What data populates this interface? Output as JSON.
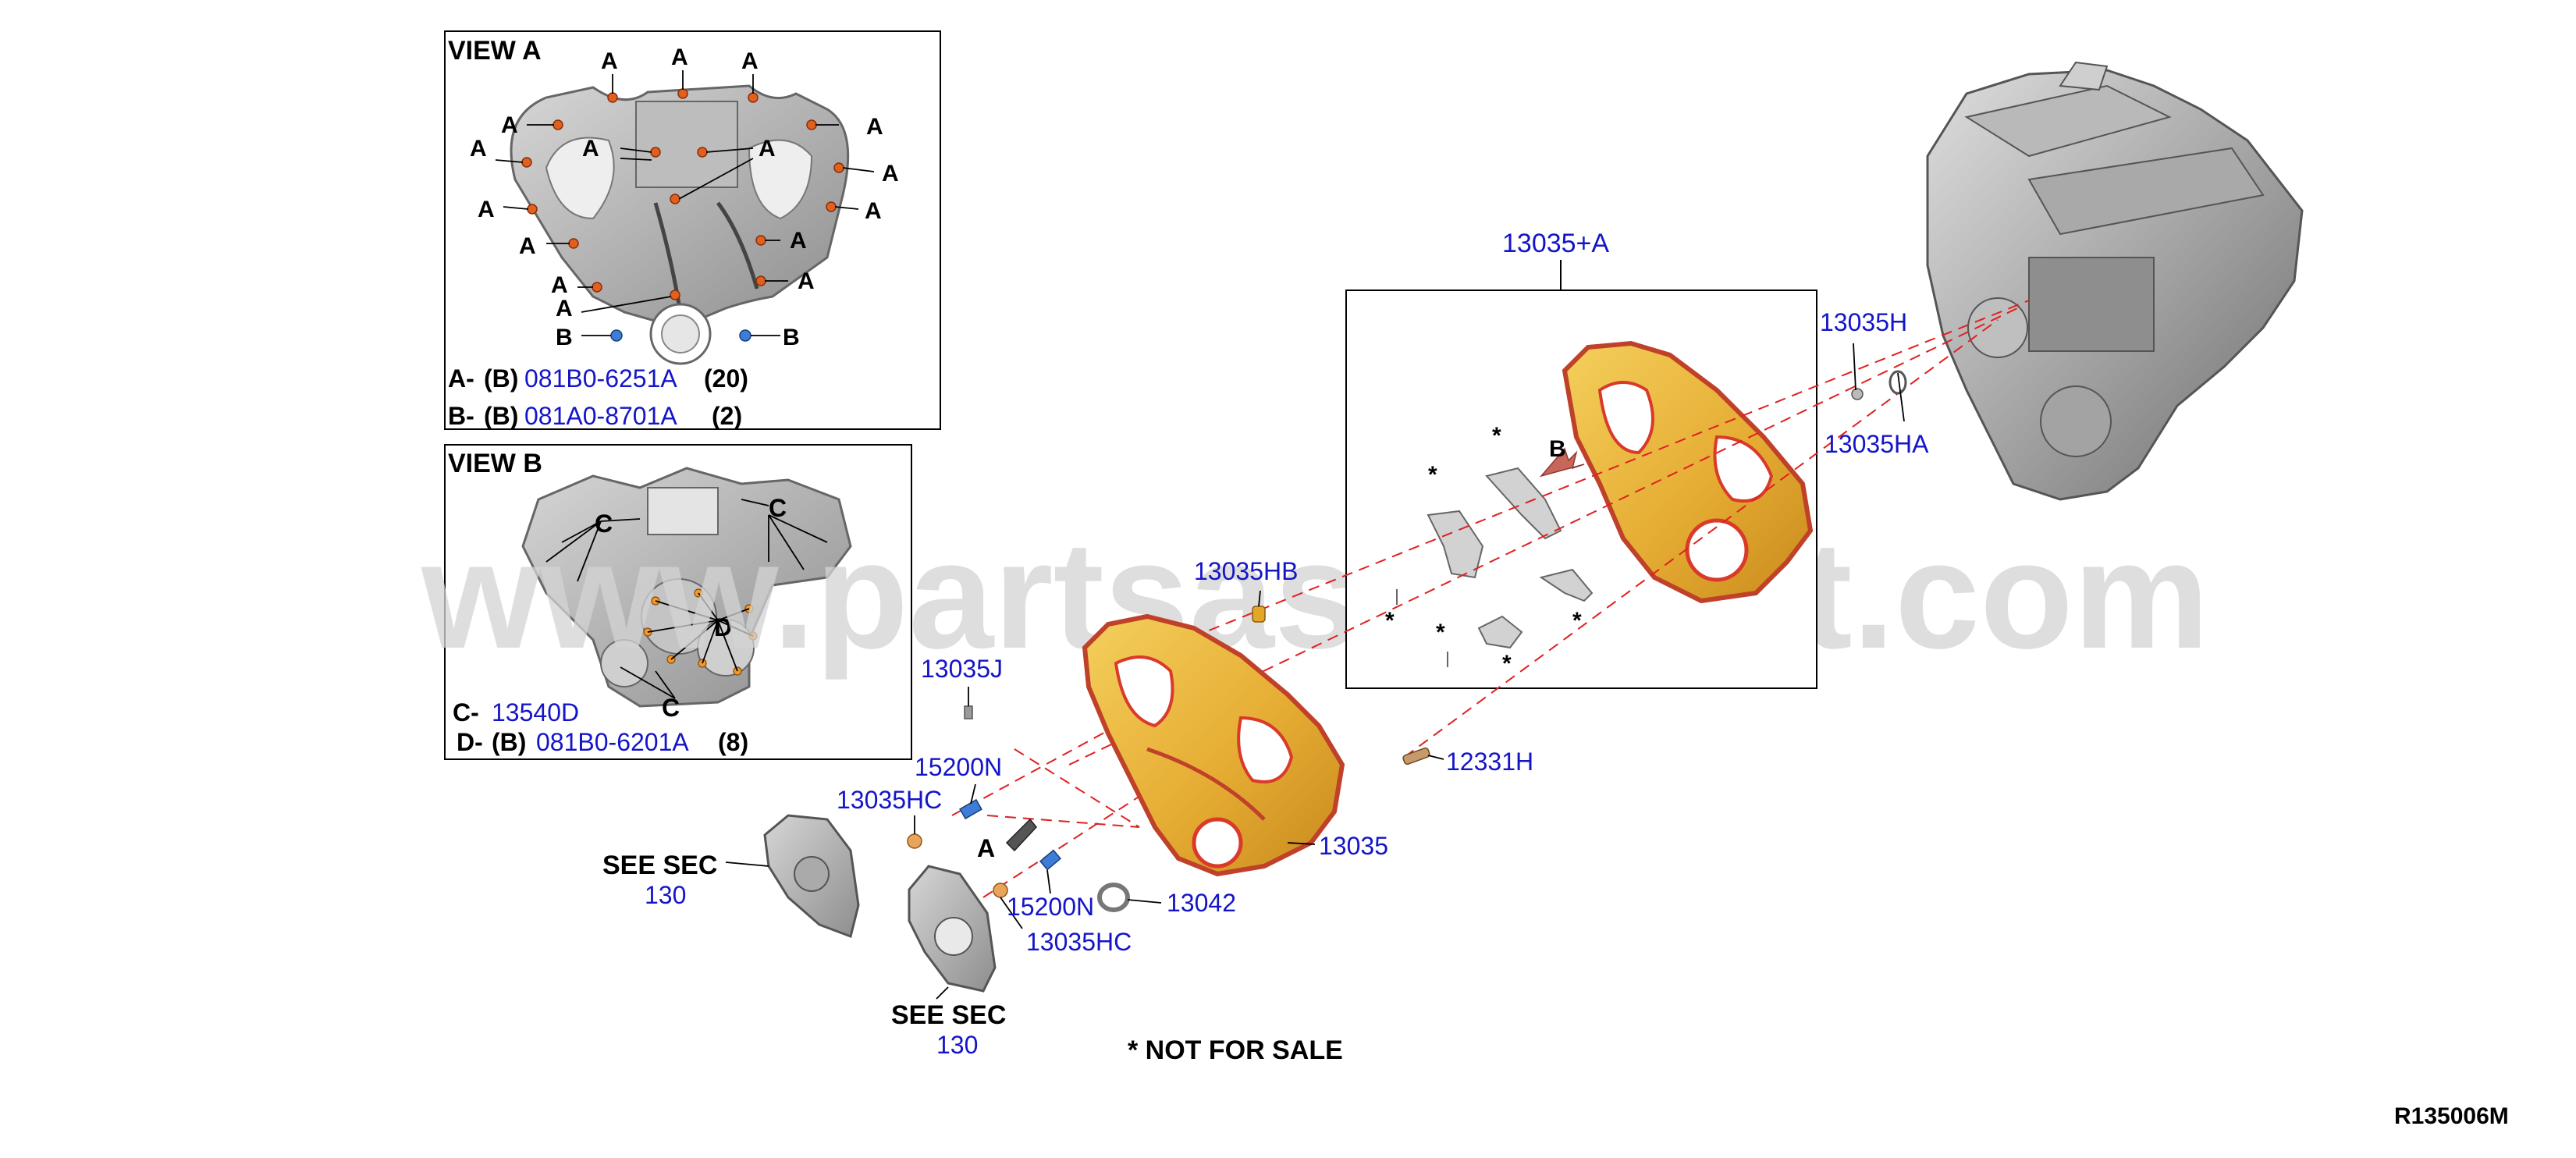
{
  "watermark": "www.partsassistant.com",
  "diagram_id": "R135006M",
  "not_for_sale": "* NOT FOR SALE",
  "view_a": {
    "title": "VIEW A",
    "bolt_letter_a": "A",
    "bolt_letter_b": "B",
    "legend": [
      {
        "key": "A-",
        "grade": "(B)",
        "part": "081B0-6251A",
        "qty": "(20)"
      },
      {
        "key": "B-",
        "grade": "(B)",
        "part": "081A0-8701A",
        "qty": "(2)"
      }
    ]
  },
  "view_b": {
    "title": "VIEW B",
    "letter_c": "C",
    "letter_d": "D",
    "legend_c": {
      "key": "C-",
      "part": "13540D"
    },
    "legend_d": {
      "key": "D-",
      "grade": "(B)",
      "part": "081B0-6201A",
      "qty": "(8)"
    }
  },
  "parts": {
    "p13035_a": "13035+A",
    "p13035h": "13035H",
    "p13035ha": "13035HA",
    "p13035hb": "13035HB",
    "p13035j": "13035J",
    "p15200n": "15200N",
    "p13035hc": "13035HC",
    "p13035": "13035",
    "p13042": "13042",
    "p12331h": "12331H"
  },
  "markers": {
    "star": "*",
    "a": "A",
    "b": "B"
  },
  "see_sec": {
    "label": "SEE SEC",
    "number": "130"
  },
  "colors": {
    "link_blue": "#1515c8",
    "cover_gold": "#e8b33a",
    "cover_red": "#d93a2a",
    "leader_red": "#e02020",
    "bolt_orange": "#e0601e",
    "bolt_blue": "#3d7dd6"
  }
}
